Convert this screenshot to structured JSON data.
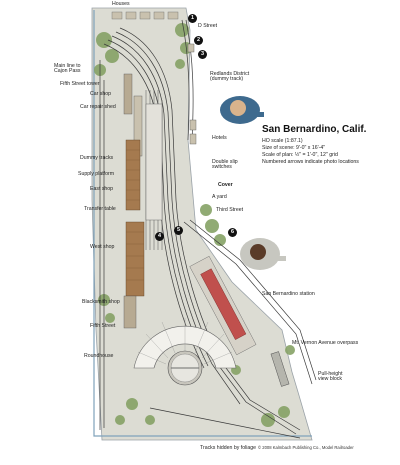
{
  "title": "San Bernardino, Calif.",
  "info": [
    "HO scale (1:87.1)",
    "Size of scene: 9'-0\" x 16'-4\"",
    "Scale of plan: ½\" = 1'-0\", 12\" grid",
    "Numbered arrows indicate photo locations"
  ],
  "labels": {
    "houses": "Houses",
    "d_street": "D Street",
    "main_line": "Main line to\nCajon Pass",
    "fifth_tower": "Fifth Street tower",
    "car_shop": "Car shop",
    "car_repair_shed": "Car repair shed",
    "redlands": "Redlands District\n(dummy track)",
    "hotels": "Hotels",
    "double_slip": "Double slip\nswitches",
    "dummy_tracks": "Dummy tracks",
    "supply_platform": "Supply platform",
    "east_shop": "East shop",
    "cover": "Cover",
    "a_yard": "A yard",
    "third_street": "Third Street",
    "transfer_table": "Transfer table",
    "west_shop": "West shop",
    "sb_station": "San Bernardino station",
    "blacksmith": "Blacksmith shop",
    "fifth_street": "Fifth Street",
    "roundhouse": "Roundhouse",
    "mt_vernon": "Mt. Vernon Avenue overpass",
    "pull_height": "Pull-height\nview block",
    "hidden": "Tracks hidden by foliage"
  },
  "credit": "© 2008 Kalmbach Publishing Co., Model Railroader",
  "markers": [
    "1",
    "2",
    "3",
    "4",
    "5",
    "6"
  ],
  "colors": {
    "ground": "#d9d9cf",
    "track": "#3a3a3a",
    "building_brown": "#a67c52",
    "station_red": "#c0504d",
    "foliage": "#7f9c63",
    "water": "#8fb0c8"
  }
}
